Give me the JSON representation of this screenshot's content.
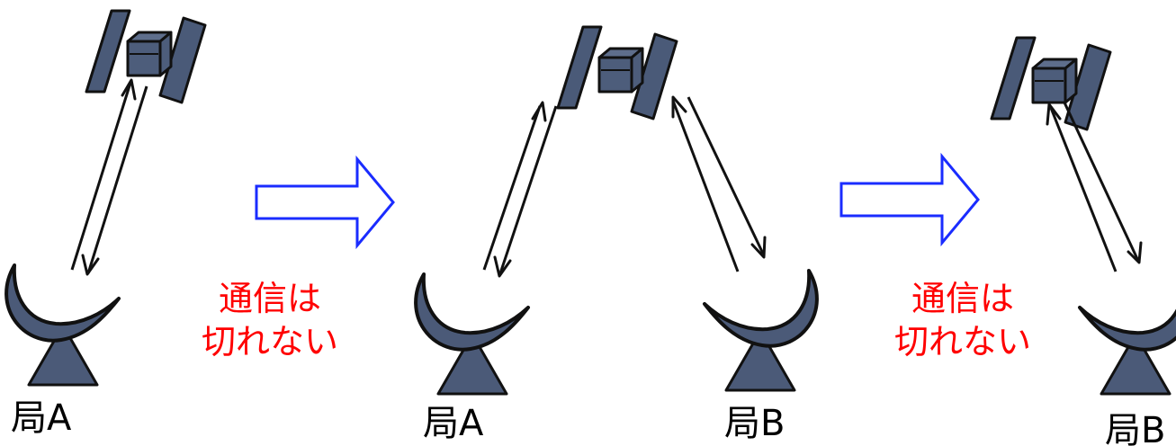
{
  "panels": [
    {
      "stations": [
        {
          "label": "局A"
        }
      ]
    },
    {
      "stations": [
        {
          "label": "局A"
        },
        {
          "label": "局B"
        }
      ]
    },
    {
      "stations": [
        {
          "label": "局B"
        }
      ]
    }
  ],
  "transitions": [
    {
      "line1": "通信は",
      "line2": "切れない"
    },
    {
      "line1": "通信は",
      "line2": "切れない"
    }
  ],
  "colors": {
    "note_text": "#ff0000",
    "transition_arrow": "#1a2cff",
    "equipment_fill": "#4b5a78"
  },
  "icons": {
    "satellite": "satellite-icon",
    "ground_station": "ground-station-dish-icon",
    "transition": "right-block-arrow-icon"
  }
}
